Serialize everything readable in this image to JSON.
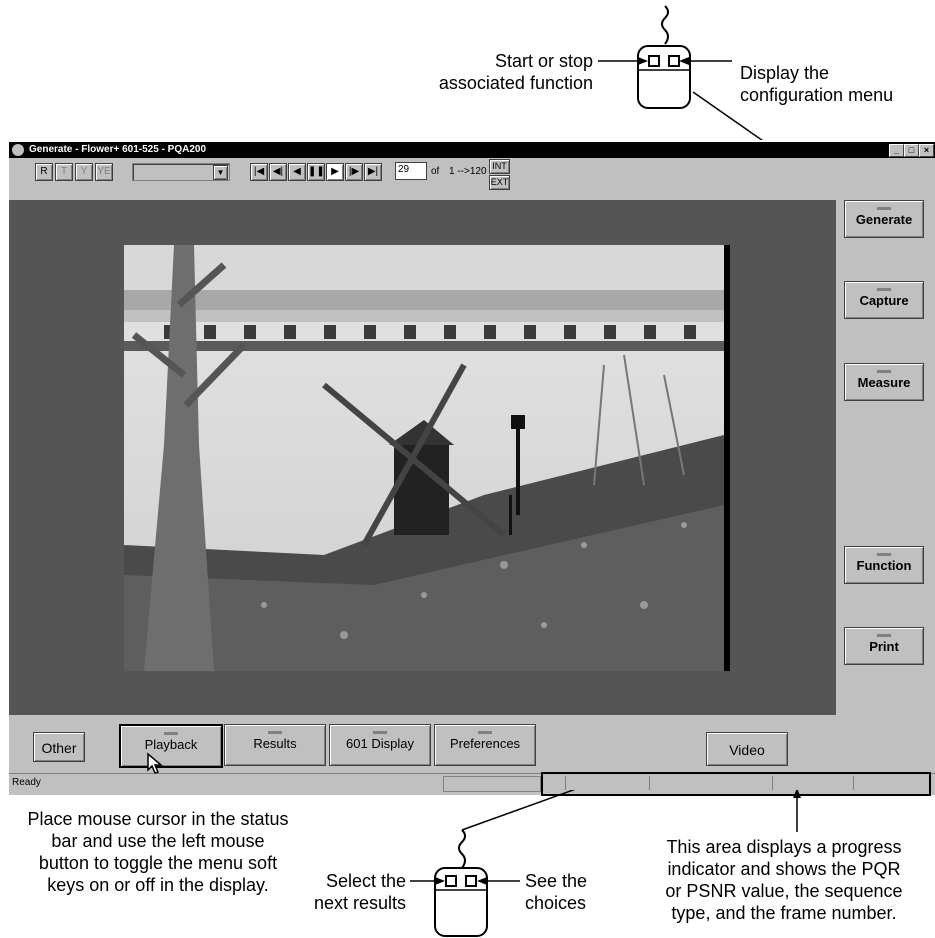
{
  "callouts": {
    "top_left": [
      "Start or stop",
      "associated function"
    ],
    "top_right": [
      "Display the",
      "configuration menu"
    ],
    "bottom_left": [
      "Place mouse cursor in the status",
      "bar and use the left mouse",
      "button to toggle the menu soft",
      "keys on or off in the display."
    ],
    "bottom_mid_left": [
      "Select the",
      "next results"
    ],
    "bottom_mid_right": [
      "See the",
      "choices"
    ],
    "bottom_right": [
      "This area displays a progress",
      "indicator and shows the PQR",
      "or PSNR value, the sequence",
      "type, and the frame number."
    ]
  },
  "window": {
    "title": "Generate - Flower+ 601-525 - PQA200",
    "toolbar": {
      "channel_buttons": [
        "R",
        "T",
        "Y",
        "YE"
      ],
      "frame_value": "29",
      "of_label": "of",
      "range_label": "1 -->120",
      "int_label": "INT",
      "ext_label": "EXT"
    },
    "right_softkeys": [
      "Generate",
      "Capture",
      "Measure",
      "Function",
      "Print"
    ],
    "bottom_softkeys": [
      "Other",
      "Playback",
      "Results",
      "601 Display",
      "Preferences",
      "Video"
    ],
    "status": "Ready"
  },
  "colors": {
    "video_bg": "#555555",
    "window_bg": "#c0c0c0",
    "titlebar": "#000000"
  }
}
